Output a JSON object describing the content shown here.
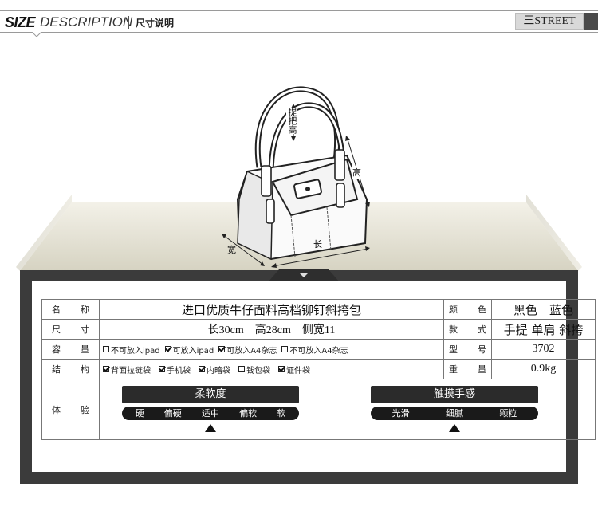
{
  "header": {
    "title_bold": "SIZE",
    "title_light": "DESCRIPTION",
    "title_cn": "尺寸说明",
    "brand": "三STREET"
  },
  "bag_labels": {
    "handle_height": "提把高",
    "height": "高",
    "length": "长",
    "width": "宽"
  },
  "spec": {
    "name_label": [
      "名",
      "称"
    ],
    "name_value": "进口优质牛仔面料高档铆钉斜挎包",
    "color_label": [
      "颜",
      "色"
    ],
    "color_value": "黑色　蓝色",
    "size_label": [
      "尺",
      "寸"
    ],
    "size_value": "长30cm　高28cm　侧宽11",
    "style_label": [
      "款",
      "式"
    ],
    "style_value": "手提 单肩 斜挎",
    "capacity_label": [
      "容",
      "量"
    ],
    "capacity_options": [
      {
        "label": "不可放入ipad",
        "checked": false
      },
      {
        "label": "可放入ipad",
        "checked": true
      },
      {
        "label": "可放入A4杂志",
        "checked": true
      },
      {
        "label": "不可放入A4杂志",
        "checked": false
      }
    ],
    "model_label": [
      "型",
      "号"
    ],
    "model_value": "3702",
    "structure_label": [
      "结",
      "构"
    ],
    "structure_options": [
      {
        "label": "背面拉链袋",
        "checked": true
      },
      {
        "label": "手机袋",
        "checked": true
      },
      {
        "label": "内暗袋",
        "checked": true
      },
      {
        "label": "钱包袋",
        "checked": false
      },
      {
        "label": "证件袋",
        "checked": true
      }
    ],
    "weight_label": [
      "重",
      "量"
    ],
    "weight_value": "0.9kg",
    "experience_label": [
      "体",
      "验"
    ]
  },
  "softness": {
    "title": "柔软度",
    "scale": [
      "硬",
      "偏硬",
      "适中",
      "偏软",
      "软"
    ],
    "selected_index": 2
  },
  "touch": {
    "title": "触摸手感",
    "scale": [
      "光滑",
      "细腻",
      "颗粒"
    ],
    "selected_index": 1
  },
  "colors": {
    "frame": "#3b3b3b",
    "pointer": "#111111"
  }
}
